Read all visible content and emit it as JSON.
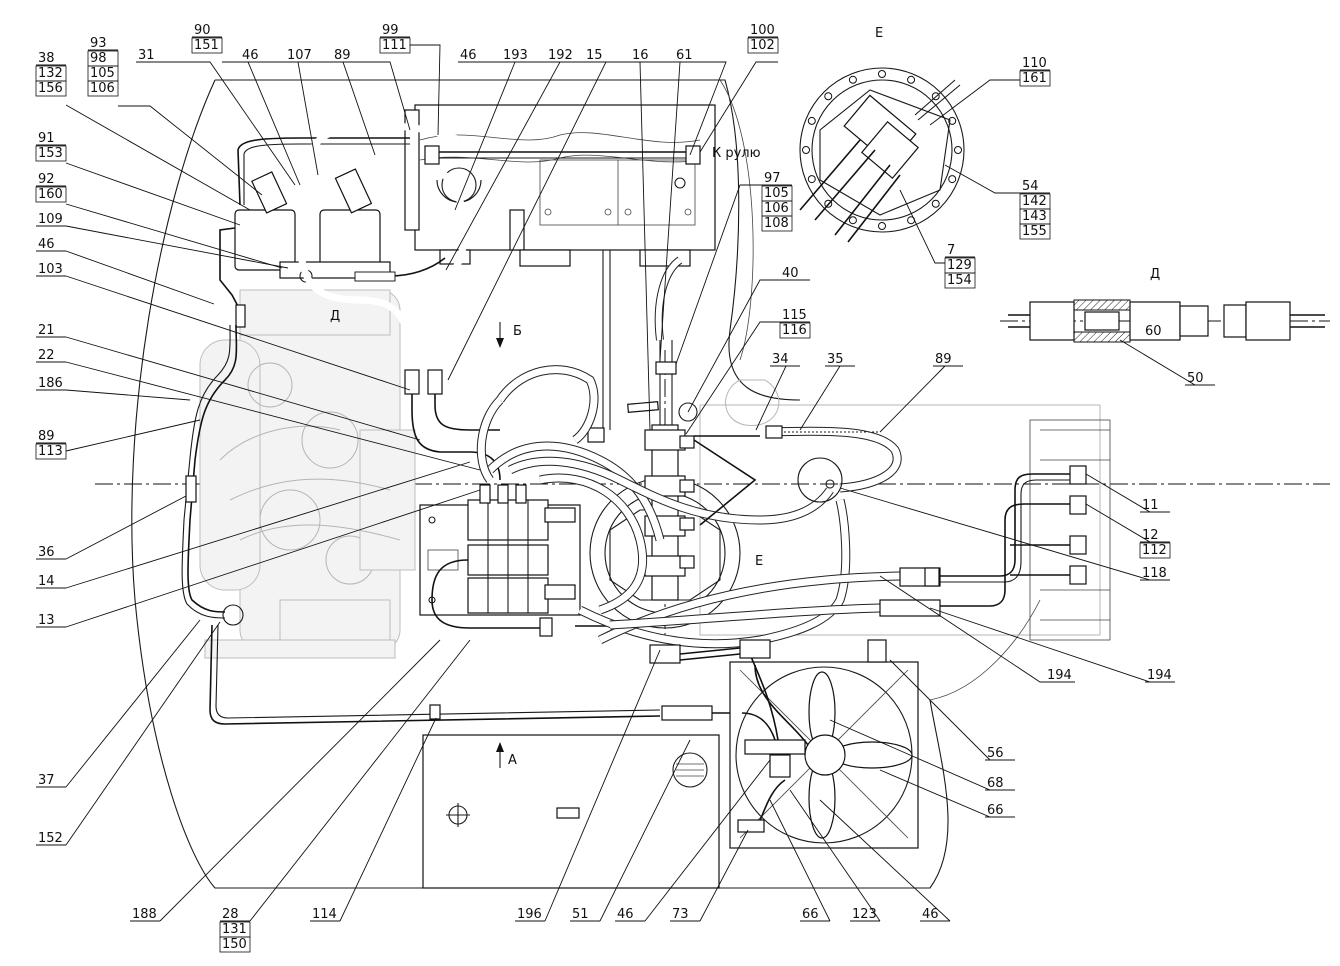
{
  "view_labels": {
    "section_e": "Е",
    "section_d": "Д",
    "arrow_b": "Б",
    "arrow_a": "А",
    "mark_d": "Д",
    "mark_e": "Е",
    "to_steering": "К рулю",
    "detail_60": "60"
  },
  "callouts": [
    {
      "id": "c-93",
      "lines": [
        "93",
        "98",
        "105",
        "106"
      ]
    },
    {
      "id": "c-31",
      "lines": [
        "31"
      ]
    },
    {
      "id": "c-90",
      "lines": [
        "90",
        "151"
      ]
    },
    {
      "id": "c-46a",
      "lines": [
        "46"
      ]
    },
    {
      "id": "c-107",
      "lines": [
        "107"
      ]
    },
    {
      "id": "c-89a",
      "lines": [
        "89"
      ]
    },
    {
      "id": "c-99",
      "lines": [
        "99",
        "111"
      ]
    },
    {
      "id": "c-46b",
      "lines": [
        "46"
      ]
    },
    {
      "id": "c-193",
      "lines": [
        "193"
      ]
    },
    {
      "id": "c-192",
      "lines": [
        "192"
      ]
    },
    {
      "id": "c-15",
      "lines": [
        "15"
      ]
    },
    {
      "id": "c-16",
      "lines": [
        "16"
      ]
    },
    {
      "id": "c-61",
      "lines": [
        "61"
      ]
    },
    {
      "id": "c-100",
      "lines": [
        "100",
        "102"
      ]
    },
    {
      "id": "c-38",
      "lines": [
        "38",
        "132",
        "156"
      ]
    },
    {
      "id": "c-91",
      "lines": [
        "91",
        "153"
      ]
    },
    {
      "id": "c-92",
      "lines": [
        "92",
        "160"
      ]
    },
    {
      "id": "c-109",
      "lines": [
        "109"
      ]
    },
    {
      "id": "c-46c",
      "lines": [
        "46"
      ]
    },
    {
      "id": "c-103",
      "lines": [
        "103"
      ]
    },
    {
      "id": "c-21",
      "lines": [
        "21"
      ]
    },
    {
      "id": "c-22",
      "lines": [
        "22"
      ]
    },
    {
      "id": "c-186",
      "lines": [
        "186"
      ]
    },
    {
      "id": "c-89b",
      "lines": [
        "89",
        "113"
      ]
    },
    {
      "id": "c-36",
      "lines": [
        "36"
      ]
    },
    {
      "id": "c-14",
      "lines": [
        "14"
      ]
    },
    {
      "id": "c-13",
      "lines": [
        "13"
      ]
    },
    {
      "id": "c-37",
      "lines": [
        "37"
      ]
    },
    {
      "id": "c-152",
      "lines": [
        "152"
      ]
    },
    {
      "id": "c-188",
      "lines": [
        "188"
      ]
    },
    {
      "id": "c-28",
      "lines": [
        "28",
        "131",
        "150"
      ]
    },
    {
      "id": "c-114",
      "lines": [
        "114"
      ]
    },
    {
      "id": "c-196",
      "lines": [
        "196"
      ]
    },
    {
      "id": "c-51",
      "lines": [
        "51"
      ]
    },
    {
      "id": "c-46d",
      "lines": [
        "46"
      ]
    },
    {
      "id": "c-73",
      "lines": [
        "73"
      ]
    },
    {
      "id": "c-66a",
      "lines": [
        "66"
      ]
    },
    {
      "id": "c-123",
      "lines": [
        "123"
      ]
    },
    {
      "id": "c-46e",
      "lines": [
        "46"
      ]
    },
    {
      "id": "c-97",
      "lines": [
        "97",
        "105",
        "106",
        "108"
      ]
    },
    {
      "id": "c-40",
      "lines": [
        "40"
      ]
    },
    {
      "id": "c-115",
      "lines": [
        "115",
        "116"
      ]
    },
    {
      "id": "c-34",
      "lines": [
        "34"
      ]
    },
    {
      "id": "c-35",
      "lines": [
        "35"
      ]
    },
    {
      "id": "c-89c",
      "lines": [
        "89"
      ]
    },
    {
      "id": "c-11",
      "lines": [
        "11"
      ]
    },
    {
      "id": "c-12",
      "lines": [
        "12",
        "112"
      ]
    },
    {
      "id": "c-118",
      "lines": [
        "118"
      ]
    },
    {
      "id": "c-194a",
      "lines": [
        "194"
      ]
    },
    {
      "id": "c-194b",
      "lines": [
        "194"
      ]
    },
    {
      "id": "c-56",
      "lines": [
        "56"
      ]
    },
    {
      "id": "c-68",
      "lines": [
        "68"
      ]
    },
    {
      "id": "c-66b",
      "lines": [
        "66"
      ]
    },
    {
      "id": "c-110",
      "lines": [
        "110",
        "161"
      ]
    },
    {
      "id": "c-54",
      "lines": [
        "54",
        "142",
        "143",
        "155"
      ]
    },
    {
      "id": "c-7",
      "lines": [
        "7",
        "129",
        "154"
      ]
    },
    {
      "id": "c-50",
      "lines": [
        "50"
      ]
    }
  ]
}
